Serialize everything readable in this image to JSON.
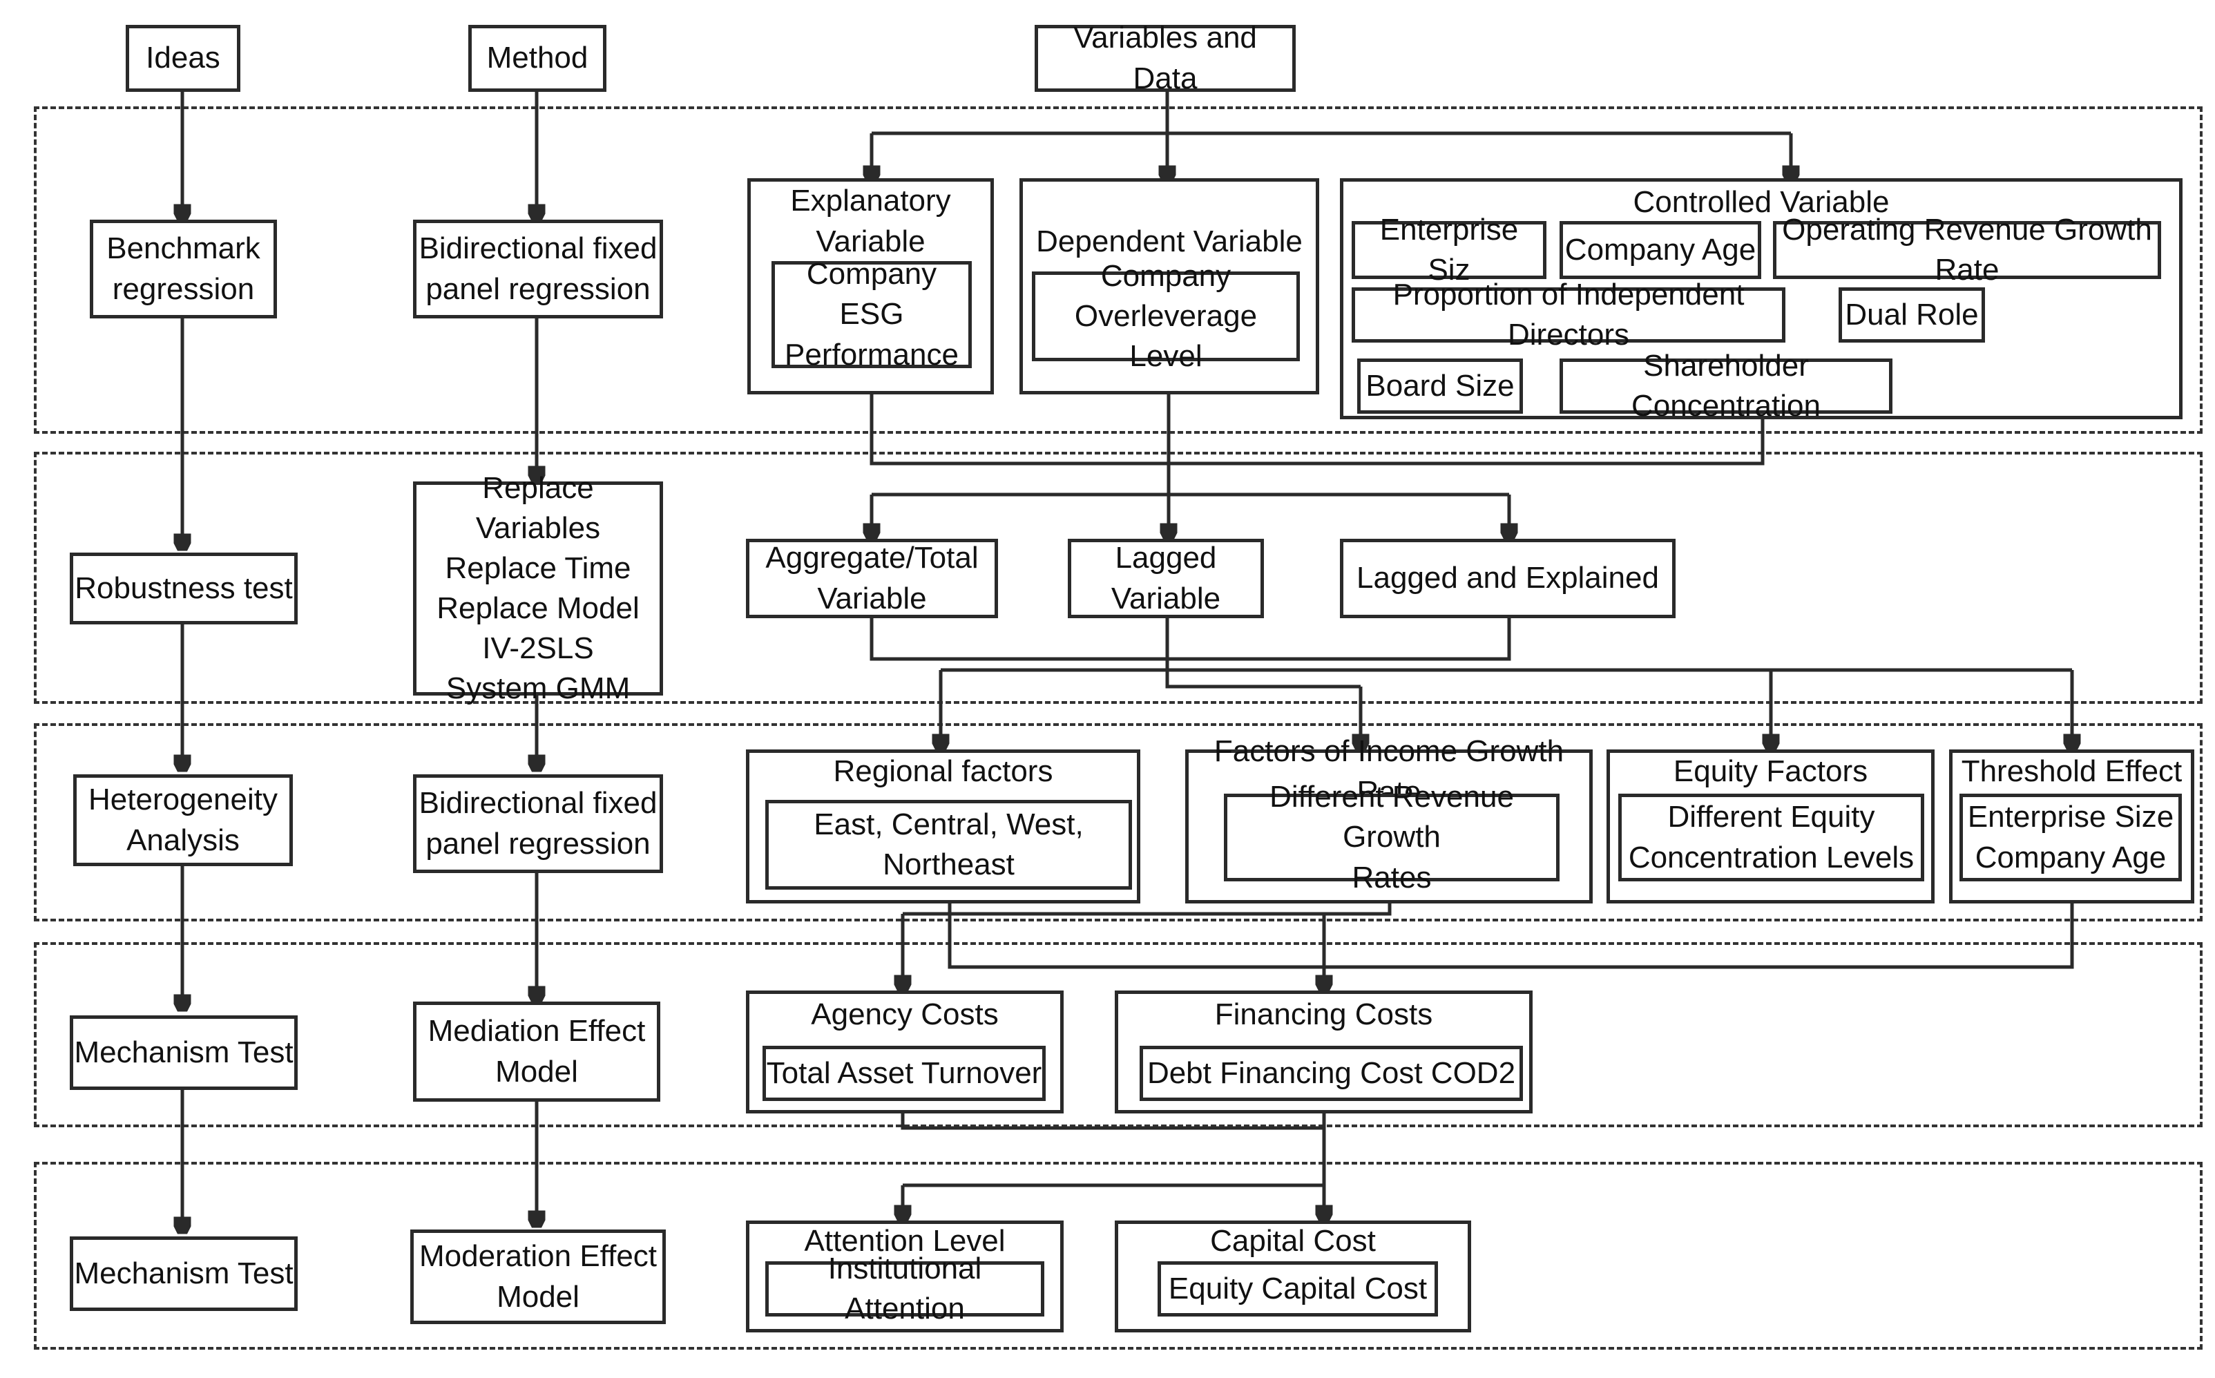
{
  "headers": {
    "ideas": "Ideas",
    "method": "Method",
    "variables": "Variables and Data"
  },
  "ideas": {
    "benchmark": "Benchmark\nregression",
    "robustness": "Robustness test",
    "heterogeneity": "Heterogeneity\nAnalysis",
    "mechanism1": "Mechanism Test",
    "mechanism2": "Mechanism Test"
  },
  "methods": {
    "m1": "Bidirectional fixed\npanel regression",
    "m2": "Replace Variables\nReplace Time\nReplace Model\nIV-2SLS\nSystem GMM",
    "m3": "Bidirectional fixed\npanel regression",
    "m4": "Mediation Effect\nModel",
    "m5": "Moderation Effect\nModel"
  },
  "row1": {
    "explanatory_title": "Explanatory\nVariable",
    "explanatory_value": "Company ESG\nPerformance",
    "dependent_title": "Dependent Variable",
    "dependent_value": "Company\nOverleverage Level",
    "controlled_title": "Controlled Variable",
    "controlled": {
      "enterprise_size": "Enterprise Siz",
      "company_age": "Company Age",
      "revenue_growth": "Operating Revenue Growth Rate",
      "independent_directors": "Proportion of Independent Directors",
      "dual_role": "Dual Role",
      "board_size": "Board Size",
      "shareholder": "Shareholder Concentration"
    }
  },
  "row2": {
    "aggregate": "Aggregate/Total\nVariable",
    "lagged": "Lagged\nVariable",
    "lagged_explained": "Lagged and Explained"
  },
  "row3": {
    "regional_title": "Regional factors",
    "regional_value": "East, Central, West, Northeast",
    "income_title": "Factors of Income Growth Rate",
    "income_value": "Different Revenue Growth\nRates",
    "equity_title": "Equity Factors",
    "equity_value": "Different Equity\nConcentration Levels",
    "threshold_title": "Threshold Effect",
    "threshold_value": "Enterprise Size\nCompany Age"
  },
  "row4": {
    "agency_title": "Agency Costs",
    "agency_value": "Total Asset Turnover",
    "financing_title": "Financing Costs",
    "financing_value": "Debt Financing Cost COD2"
  },
  "row5": {
    "attention_title": "Attention Level",
    "attention_value": "Institutional Attention",
    "capital_title": "Capital Cost",
    "capital_value": "Equity Capital Cost"
  }
}
